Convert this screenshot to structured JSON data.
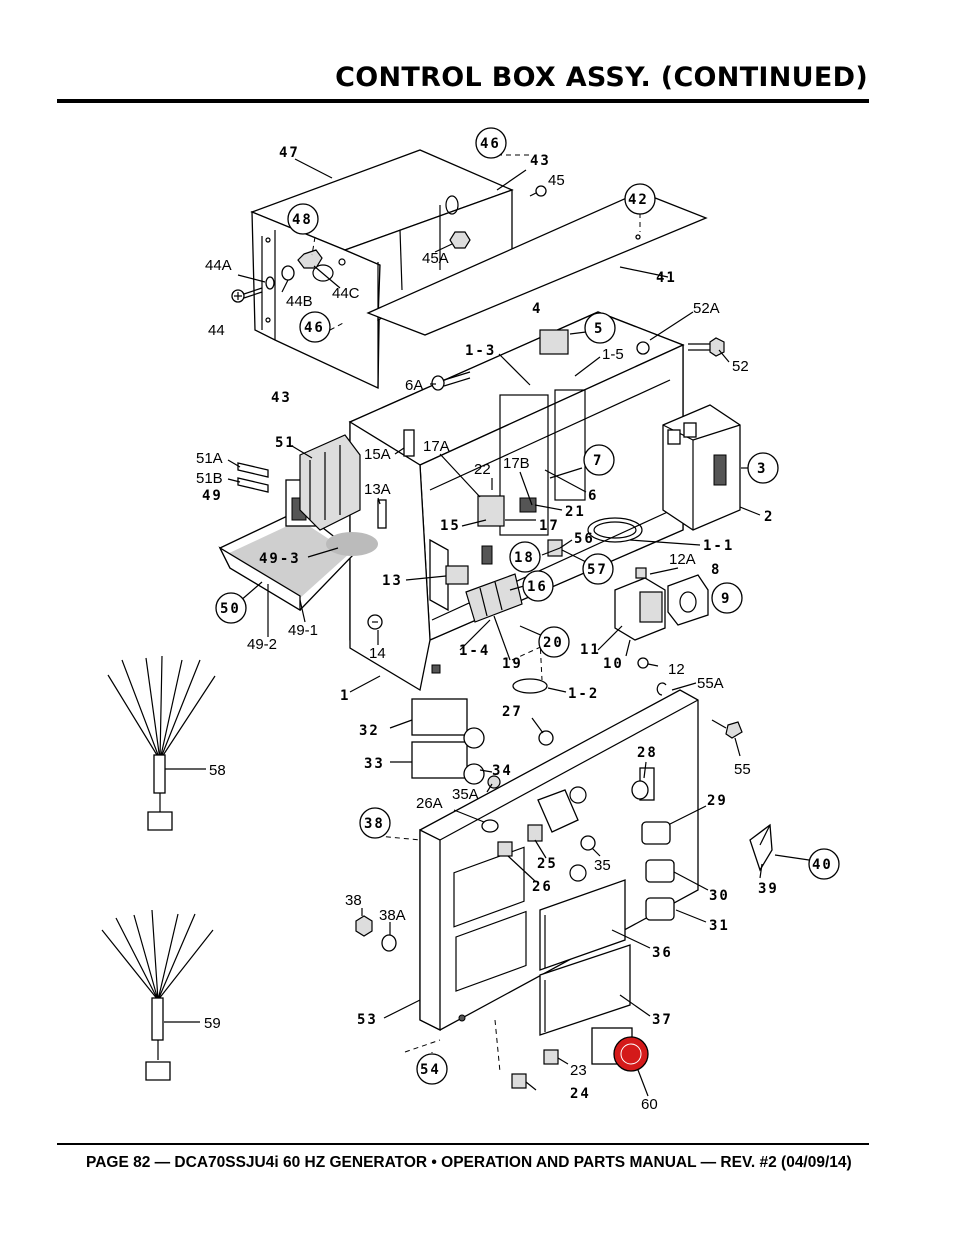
{
  "header": {
    "title": "CONTROL BOX ASSY. (CONTINUED)"
  },
  "footer": {
    "text": "PAGE 82 — DCA70SSJU4i 60 HZ GENERATOR • OPERATION AND PARTS MANUAL — REV. #2 (04/09/14)"
  },
  "colors": {
    "emergency_stop": "#d41a1a",
    "text": "#000000",
    "background": "#ffffff"
  },
  "callouts": {
    "c47": "47",
    "c46a": "46",
    "c43a": "43",
    "c45": "45",
    "c42": "42",
    "c48": "48",
    "c44a": "44A",
    "c44b": "44B",
    "c44c": "44C",
    "c44": "44",
    "c45a": "45A",
    "c46b": "46",
    "c43b": "43",
    "c41": "41",
    "c52a": "52A",
    "c52": "52",
    "c4": "4",
    "c5": "5",
    "c1_3": "1-3",
    "c1_5": "1-5",
    "c6a": "6A",
    "c3": "3",
    "c2": "2",
    "c7": "7",
    "c6": "6",
    "c51": "51",
    "c51a": "51A",
    "c51b": "51B",
    "c49": "49",
    "c15a": "15A",
    "c17a": "17A",
    "c17b": "17B",
    "c22": "22",
    "c13a": "13A",
    "c21": "21",
    "c15": "15",
    "c17": "17",
    "c56": "56",
    "c18": "18",
    "c57": "57",
    "c1_1": "1-1",
    "c12a": "12A",
    "c8": "8",
    "c9": "9",
    "c49_3": "49-3",
    "c13": "13",
    "c16": "16",
    "c50": "50",
    "c49_2": "49-2",
    "c49_1": "49-1",
    "c14": "14",
    "c20": "20",
    "c11": "11",
    "c10": "10",
    "c12": "12",
    "c1_4": "1-4",
    "c19": "19",
    "c1": "1",
    "c1_2": "1-2",
    "c55a": "55A",
    "c58": "58",
    "c32": "32",
    "c27": "27",
    "c55": "55",
    "c33": "33",
    "c34": "34",
    "c28": "28",
    "c26a": "26A",
    "c35a": "35A",
    "c29": "29",
    "c38a": "38",
    "c25": "25",
    "c35": "35",
    "c26": "26",
    "c40": "40",
    "c30": "30",
    "c39": "39",
    "c38": "38",
    "c38b": "38A",
    "c31": "31",
    "c36": "36",
    "c59": "59",
    "c53": "53",
    "c37": "37",
    "c23": "23",
    "c54": "54",
    "c24": "24",
    "c60": "60"
  }
}
